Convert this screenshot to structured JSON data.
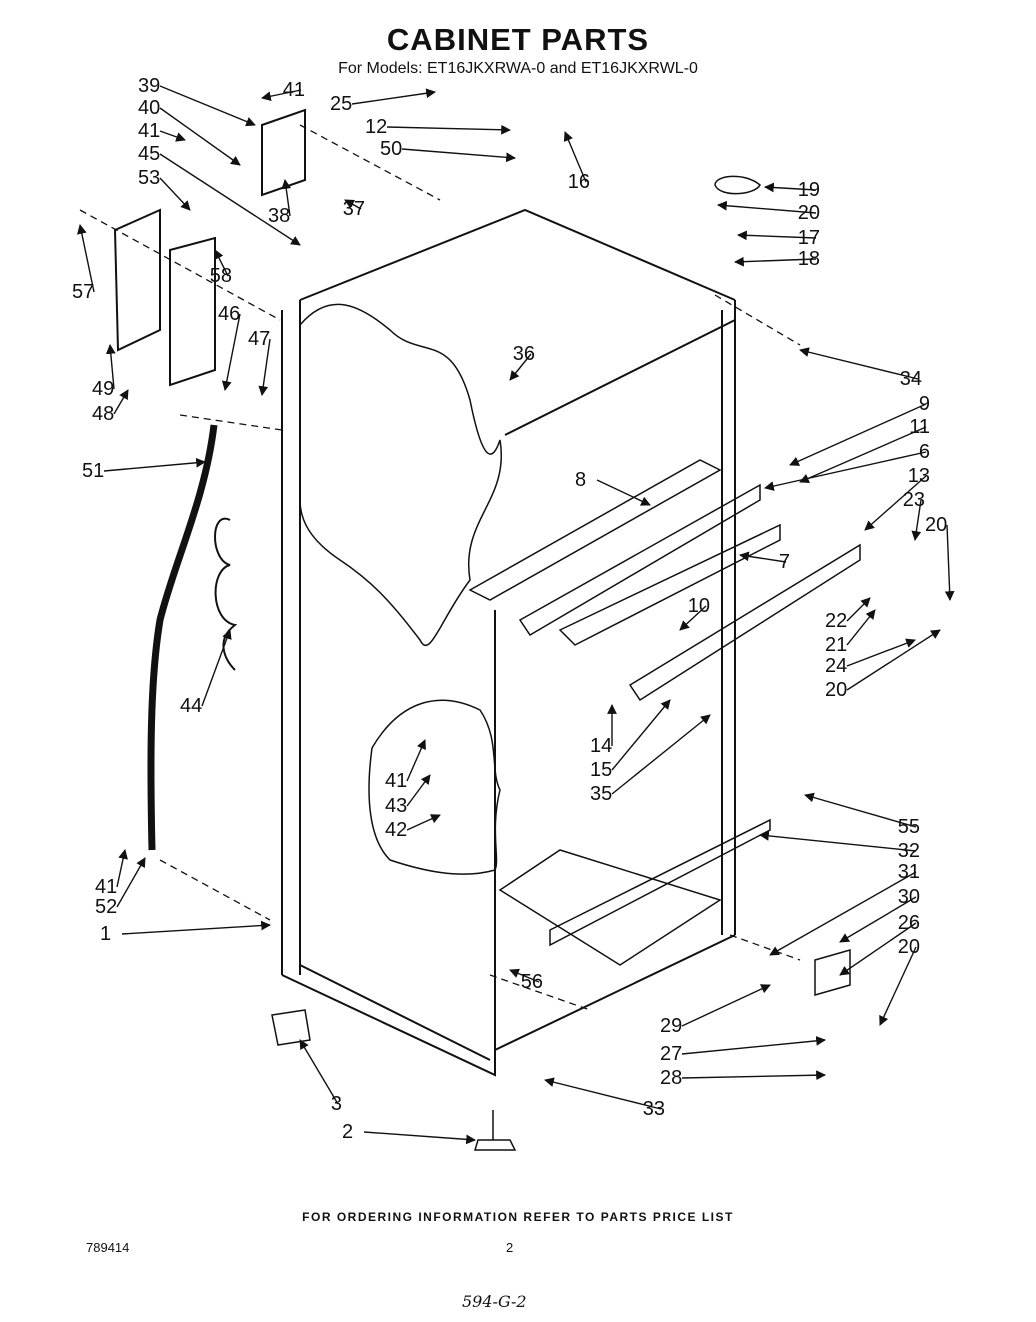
{
  "header": {
    "title": "CABINET PARTS",
    "subtitle": "For Models: ET16JKXRWA-0 and ET16JKXRWL-0"
  },
  "callouts": [
    "39",
    "41",
    "40",
    "25",
    "12",
    "41",
    "45",
    "50",
    "16",
    "53",
    "19",
    "38",
    "37",
    "20",
    "17",
    "18",
    "57",
    "58",
    "46",
    "47",
    "34",
    "36",
    "49",
    "48",
    "9",
    "51",
    "11",
    "6",
    "13",
    "8",
    "23",
    "20",
    "7",
    "44",
    "10",
    "22",
    "21",
    "24",
    "20",
    "14",
    "15",
    "35",
    "41",
    "43",
    "42",
    "55",
    "32",
    "31",
    "41",
    "52",
    "30",
    "1",
    "26",
    "20",
    "56",
    "29",
    "27",
    "28",
    "3",
    "33",
    "2"
  ],
  "footer": {
    "ordering_note": "FOR ORDERING INFORMATION REFER TO PARTS PRICE LIST",
    "doc_number": "789414",
    "page_number": "2",
    "handwritten": "594-G-2"
  }
}
